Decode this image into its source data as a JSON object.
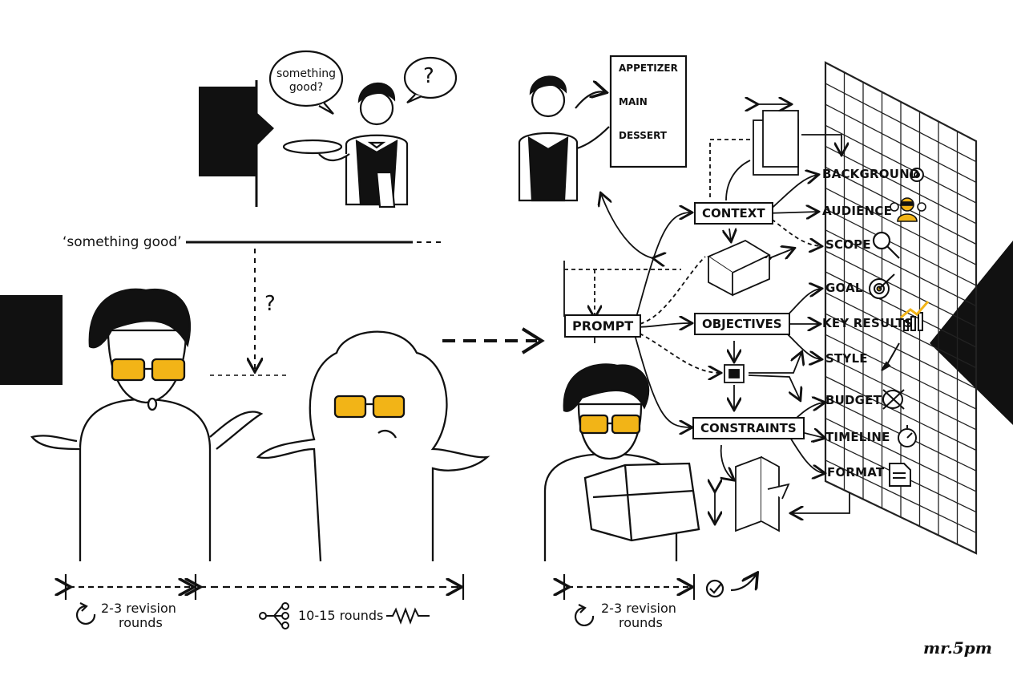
{
  "waiter_bubble": {
    "line1": "something",
    "line2": "good?"
  },
  "waiter_question": "?",
  "vague_request": "‘something good’",
  "gap_question": "?",
  "menu": {
    "appetizer": "APPETIZER",
    "main": "MAIN",
    "dessert": "DESSERT"
  },
  "prompt_box": "PROMPT",
  "categories": {
    "context": "CONTEXT",
    "objectives": "OBJECTIVES",
    "constraints": "CONSTRAINTS"
  },
  "items": {
    "background": "BACKGROUND",
    "audience": "AUDIENCE",
    "scope": "SCOPE",
    "goal": "GOAL",
    "key_results": "KEY RESULTS",
    "style": "STYLE",
    "budget": "BUDGET",
    "timeline": "TIMELINE",
    "format": "FORMAT"
  },
  "rounds": {
    "left": {
      "line1": "2-3 revision",
      "line2": "rounds"
    },
    "middle": "10-15 rounds",
    "right": {
      "line1": "2-3 revision",
      "line2": "rounds"
    }
  },
  "signature": "mr.5pm",
  "colors": {
    "accent": "#f2b417",
    "ink": "#111111"
  }
}
